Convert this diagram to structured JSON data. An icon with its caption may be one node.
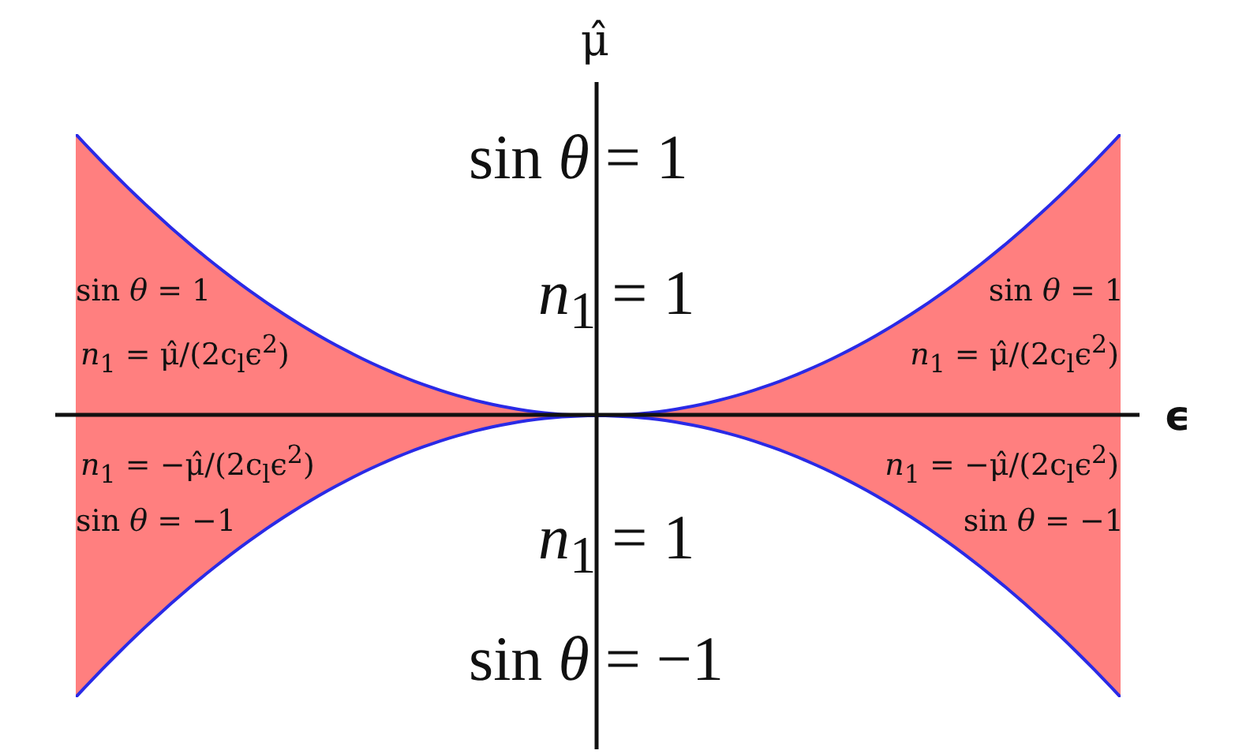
{
  "diagram": {
    "nodes": [
      {
        "text": [
          "sin *θ* = 1",
          "*n*$_{1}$ = μ̂/(2c$_{l}$ϵ$^{2}$)",
          "*n*$_{1}$ = −μ̂/(2c$_{l}$ϵ$^{2}$)",
          "sin *θ* = −1"
        ]
      },
      {
        "text": [
          "sin *θ* = 1",
          "*n*$_{1}$ = μ̂/(2c$_{l}$ϵ$^{2}$)",
          "*n*$_{1}$ = −μ̂/(2c$_{l}$ϵ$^{2}$)",
          "sin *θ* = −1"
        ]
      }
    ],
    "labels": [
      "μ̂",
      "sin *θ* = 1",
      "*n*$_{1}$ = 1",
      "ϵ",
      "*n*$_{1}$ = 1",
      "sin *θ* = −1"
    ]
  }
}
